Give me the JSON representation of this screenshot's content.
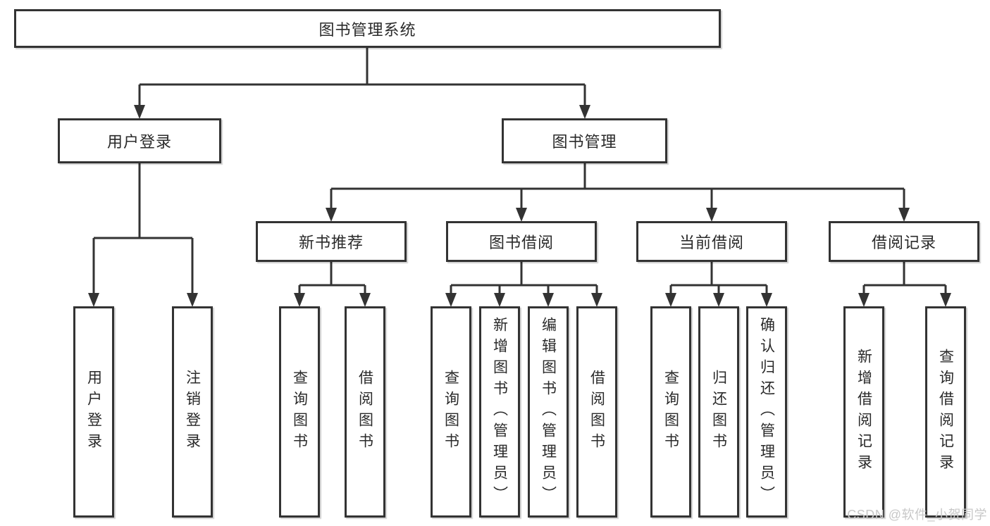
{
  "root": {
    "label": "图书管理系统"
  },
  "level2": {
    "user_login": {
      "label": "用户登录"
    },
    "book_management": {
      "label": "图书管理"
    }
  },
  "level3": {
    "new_book_recommend": {
      "label": "新书推荐"
    },
    "book_borrow": {
      "label": "图书借阅"
    },
    "current_borrow": {
      "label": "当前借阅"
    },
    "borrow_records": {
      "label": "借阅记录"
    }
  },
  "leaves": {
    "user_login": {
      "label": "用户登录"
    },
    "logout": {
      "label": "注销登录"
    },
    "recommend_query_books": {
      "label": "查询图书"
    },
    "recommend_borrow_books": {
      "label": "借阅图书"
    },
    "borrow_query_books": {
      "label": "查询图书"
    },
    "borrow_add_books": {
      "label": "新增图书（管理员）"
    },
    "borrow_edit_books": {
      "label": "编辑图书（管理员）"
    },
    "borrow_borrow_books": {
      "label": "借阅图书"
    },
    "current_query_books": {
      "label": "查询图书"
    },
    "current_return_books": {
      "label": "归还图书"
    },
    "current_confirm_return": {
      "label": "确认归还（管理员）"
    },
    "records_add_record": {
      "label": "新增借阅记录"
    },
    "records_query_record": {
      "label": "查询借阅记录"
    }
  },
  "watermark": {
    "text": "CSDN @软件_小贺同学"
  },
  "colors": {
    "line": "#333333",
    "text": "#2a2a2a",
    "watermark": "#c8c8c8",
    "background": "#ffffff"
  }
}
